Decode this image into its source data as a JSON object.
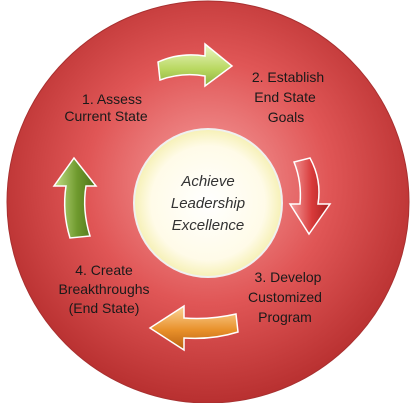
{
  "center": {
    "lines": [
      "Achieve",
      "Leadership",
      "Excellence"
    ]
  },
  "steps": [
    {
      "lines": [
        "1. Assess",
        "Current State"
      ]
    },
    {
      "lines": [
        "2. Establish",
        "End State",
        "Goals"
      ]
    },
    {
      "lines": [
        "3. Develop",
        "Customized",
        "Program"
      ]
    },
    {
      "lines": [
        "4. Create",
        "Breakthroughs",
        "(End State)"
      ]
    }
  ],
  "arrows": [
    {
      "name": "arrow-1-to-2",
      "color": "#b8d860",
      "direction": "right"
    },
    {
      "name": "arrow-2-to-3",
      "color": "#d83a3a",
      "direction": "down"
    },
    {
      "name": "arrow-3-to-4",
      "color": "#e8902a",
      "direction": "left"
    },
    {
      "name": "arrow-4-to-1",
      "color": "#6f9a2e",
      "direction": "up"
    }
  ],
  "colors": {
    "ring": "#d94545",
    "center_fill": "#fffbe0"
  }
}
